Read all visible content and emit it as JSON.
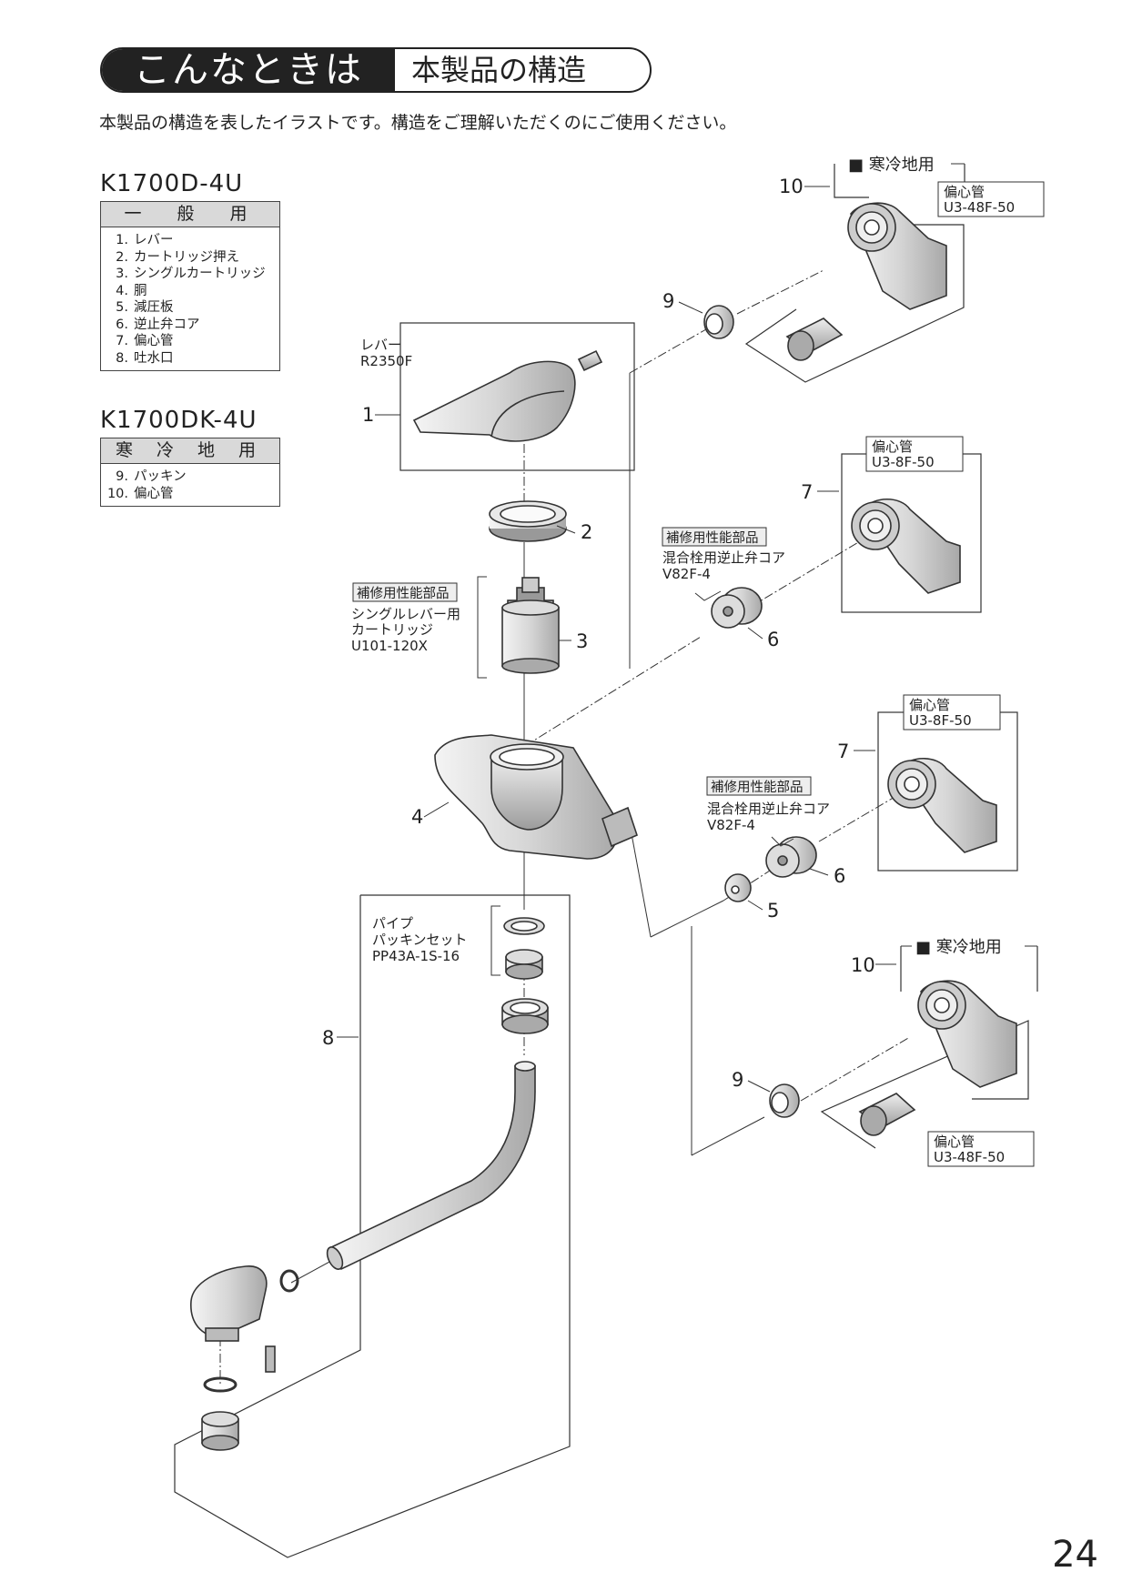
{
  "header": {
    "tag": "こんなときは",
    "title": "本製品の構造"
  },
  "intro": "本製品の構造を表したイラストです。構造をご理解いただくのにご使用ください。",
  "models": [
    {
      "model": "K1700D-4U",
      "category": "一　般　用",
      "parts": [
        {
          "no": "1.",
          "name": "レバー"
        },
        {
          "no": "2.",
          "name": "カートリッジ押え"
        },
        {
          "no": "3.",
          "name": "シングルカートリッジ"
        },
        {
          "no": "4.",
          "name": "胴"
        },
        {
          "no": "5.",
          "name": "減圧板"
        },
        {
          "no": "6.",
          "name": "逆止弁コア"
        },
        {
          "no": "7.",
          "name": "偏心管"
        },
        {
          "no": "8.",
          "name": "吐水口"
        }
      ]
    },
    {
      "model": "K1700DK-4U",
      "category": "寒 冷 地 用",
      "parts": [
        {
          "no": "9.",
          "name": "パッキン"
        },
        {
          "no": "10.",
          "name": "偏心管"
        }
      ]
    }
  ],
  "labels": {
    "lever_name": "レバー",
    "lever_code": "R2350F",
    "repair_tag": "補修用性能部品",
    "cartridge_l1": "シングルレバー用",
    "cartridge_l2": "カートリッジ",
    "cartridge_code": "U101-120X",
    "checkvalve_name": "混合栓用逆止弁コア",
    "checkvalve_code": "V82F-4",
    "eccentric_name": "偏心管",
    "eccentric_code_std": "U3-8F-50",
    "eccentric_code_cold": "U3-48F-50",
    "cold_tag": "■ 寒冷地用",
    "pipe_l1": "パイプ",
    "pipe_l2": "パッキンセット",
    "pipe_code": "PP43A-1S-16"
  },
  "callouts": {
    "c1": "1",
    "c2": "2",
    "c3": "3",
    "c4": "4",
    "c5": "5",
    "c6a": "6",
    "c6b": "6",
    "c7a": "7",
    "c7b": "7",
    "c8": "8",
    "c9a": "9",
    "c9b": "9",
    "c10a": "10",
    "c10b": "10"
  },
  "page_number": "24"
}
